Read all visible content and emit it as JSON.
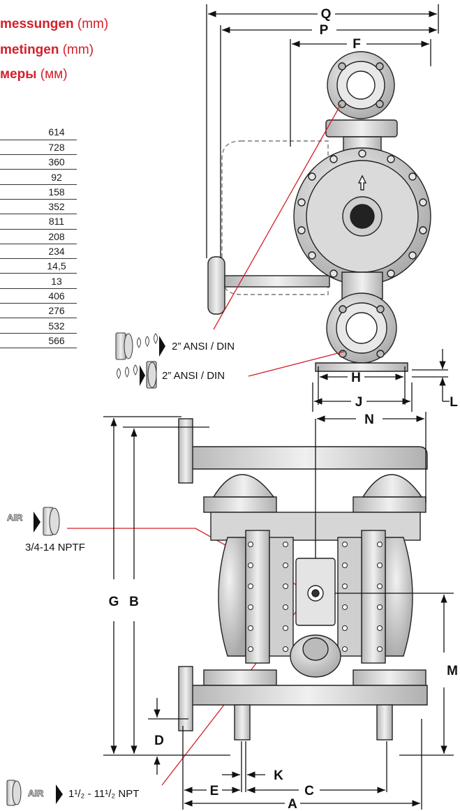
{
  "title": {
    "line1": {
      "bold": "messungen",
      "unit": " (mm)"
    },
    "line2": {
      "bold": "metingen",
      "unit": " (mm)"
    },
    "line3": {
      "bold": "меры",
      "unit": " (мм)"
    }
  },
  "dimension_values": [
    "614",
    "728",
    "360",
    "92",
    "158",
    "352",
    "811",
    "208",
    "234",
    "14,5",
    "13",
    "406",
    "276",
    "532",
    "566"
  ],
  "dimension_letters": {
    "Q": "Q",
    "P": "P",
    "F": "F",
    "H": "H",
    "J": "J",
    "L": "L",
    "N": "N",
    "G": "G",
    "B": "B",
    "M": "M",
    "D": "D",
    "K": "K",
    "E": "E",
    "C": "C",
    "A": "A"
  },
  "callouts": {
    "inlet_top": "2” ANSI / DIN",
    "outlet_bottom": "2” ANSI / DIN",
    "air_inlet": "3/4-14 NPTF",
    "air_exhaust": "1¹/₂ - 11¹/₂ NPT",
    "air_label": "AIR"
  },
  "colors": {
    "title_red": "#d3202a",
    "leader_red": "#d3202a",
    "line": "#111111",
    "metal": "#c9c9c9"
  }
}
